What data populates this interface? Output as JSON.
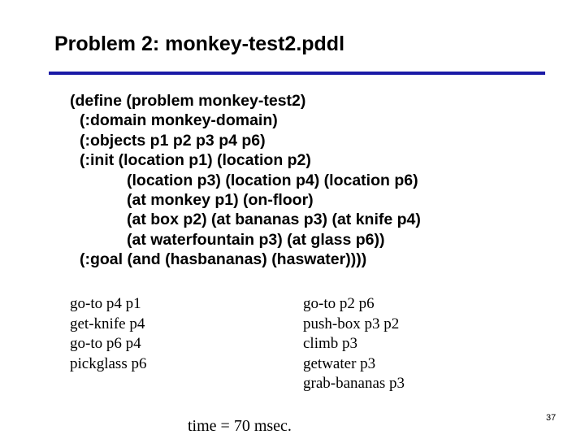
{
  "title": "Problem 2: monkey-test2.pddl",
  "colors": {
    "rule": "#1a1aa6"
  },
  "pddl_lines": [
    "(define (problem monkey-test2)",
    "(:domain monkey-domain)",
    "(:objects p1 p2 p3 p4 p6)",
    "(:init (location p1) (location p2)",
    "(location p3) (location p4) (location p6)",
    "(at monkey p1) (on-floor)",
    "(at box p2) (at bananas p3) (at knife p4)",
    "(at waterfountain p3) (at glass p6))",
    "(:goal (and (hasbananas) (haswater))))"
  ],
  "plan_left": [
    "go-to p4 p1",
    "get-knife p4",
    "go-to p6 p4",
    "pickglass p6"
  ],
  "plan_right": [
    "go-to p2 p6",
    "push-box p3 p2",
    "climb p3",
    "getwater p3",
    "grab-bananas p3"
  ],
  "time": "time = 70 msec.",
  "page_number": "37"
}
